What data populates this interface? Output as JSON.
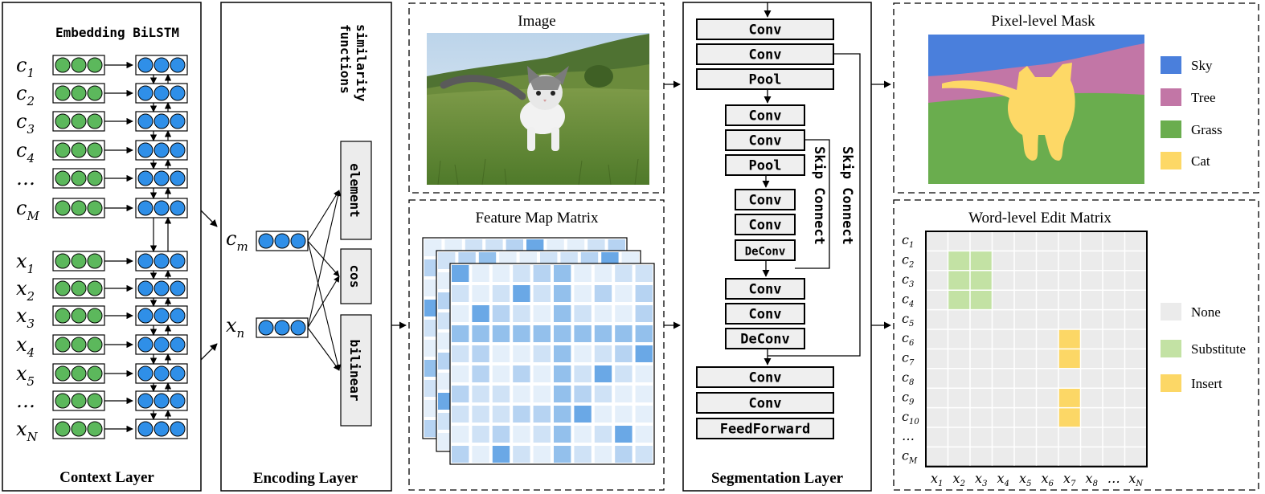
{
  "context": {
    "title": "Context Layer",
    "embedding_label": "Embedding BiLSTM",
    "top_rows": [
      {
        "base": "c",
        "sub": "1"
      },
      {
        "base": "c",
        "sub": "2"
      },
      {
        "base": "c",
        "sub": "3"
      },
      {
        "base": "c",
        "sub": "4"
      },
      {
        "base": "…",
        "sub": ""
      },
      {
        "base": "c",
        "sub": "M"
      }
    ],
    "bottom_rows": [
      {
        "base": "x",
        "sub": "1"
      },
      {
        "base": "x",
        "sub": "2"
      },
      {
        "base": "x",
        "sub": "3"
      },
      {
        "base": "x",
        "sub": "4"
      },
      {
        "base": "x",
        "sub": "5"
      },
      {
        "base": "…",
        "sub": ""
      },
      {
        "base": "x",
        "sub": "N"
      }
    ],
    "colors": {
      "green": "#5cb85c",
      "blue": "#2f8fe8"
    }
  },
  "encoding": {
    "title": "Encoding Layer",
    "similarity_title": "similarity functions",
    "functions": [
      "element",
      "cos",
      "bilinear"
    ],
    "inputs": [
      {
        "base": "c",
        "sub": "m"
      },
      {
        "base": "x",
        "sub": "n"
      }
    ]
  },
  "image_panel": {
    "title": "Image"
  },
  "feature_panel": {
    "title": "Feature Map Matrix"
  },
  "segmentation": {
    "title": "Segmentation Layer",
    "blocks_level1_top": [
      "Conv",
      "Conv",
      "Pool"
    ],
    "blocks_level2_top": [
      "Conv",
      "Conv",
      "Pool"
    ],
    "blocks_level3": [
      "Conv",
      "Conv",
      "DeConv"
    ],
    "blocks_level2_bottom": [
      "Conv",
      "Conv",
      "DeConv"
    ],
    "blocks_level1_bottom": [
      "Conv",
      "Conv",
      "FeedForward"
    ],
    "skip_inner": "Skip Connect",
    "skip_outer": "Skip Connect"
  },
  "mask_panel": {
    "title": "Pixel-level Mask",
    "legend": [
      {
        "label": "Sky",
        "color": "#4a7fdc"
      },
      {
        "label": "Tree",
        "color": "#c276a6"
      },
      {
        "label": "Grass",
        "color": "#6aad4e"
      },
      {
        "label": "Cat",
        "color": "#fdd866"
      }
    ]
  },
  "edit_panel": {
    "title": "Word-level Edit Matrix",
    "row_labels": [
      {
        "base": "c",
        "sub": "1"
      },
      {
        "base": "c",
        "sub": "2"
      },
      {
        "base": "c",
        "sub": "3"
      },
      {
        "base": "c",
        "sub": "4"
      },
      {
        "base": "c",
        "sub": "5"
      },
      {
        "base": "c",
        "sub": "6"
      },
      {
        "base": "c",
        "sub": "7"
      },
      {
        "base": "c",
        "sub": "8"
      },
      {
        "base": "c",
        "sub": "9"
      },
      {
        "base": "c",
        "sub": "10"
      },
      {
        "base": "…",
        "sub": ""
      },
      {
        "base": "c",
        "sub": "M"
      }
    ],
    "col_labels": [
      {
        "base": "x",
        "sub": "1"
      },
      {
        "base": "x",
        "sub": "2"
      },
      {
        "base": "x",
        "sub": "3"
      },
      {
        "base": "x",
        "sub": "4"
      },
      {
        "base": "x",
        "sub": "5"
      },
      {
        "base": "x",
        "sub": "6"
      },
      {
        "base": "x",
        "sub": "7"
      },
      {
        "base": "x",
        "sub": "8"
      },
      {
        "base": "…",
        "sub": ""
      },
      {
        "base": "x",
        "sub": "N"
      }
    ],
    "substitute_cells": [
      [
        1,
        1
      ],
      [
        1,
        2
      ],
      [
        2,
        1
      ],
      [
        2,
        2
      ],
      [
        3,
        1
      ],
      [
        3,
        2
      ]
    ],
    "insert_cells": [
      [
        5,
        6
      ],
      [
        6,
        6
      ],
      [
        8,
        6
      ],
      [
        9,
        6
      ]
    ],
    "legend": [
      {
        "label": "None",
        "color": "#ebebeb"
      },
      {
        "label": "Substitute",
        "color": "#c3e2a4"
      },
      {
        "label": "Insert",
        "color": "#fcd766"
      }
    ]
  }
}
